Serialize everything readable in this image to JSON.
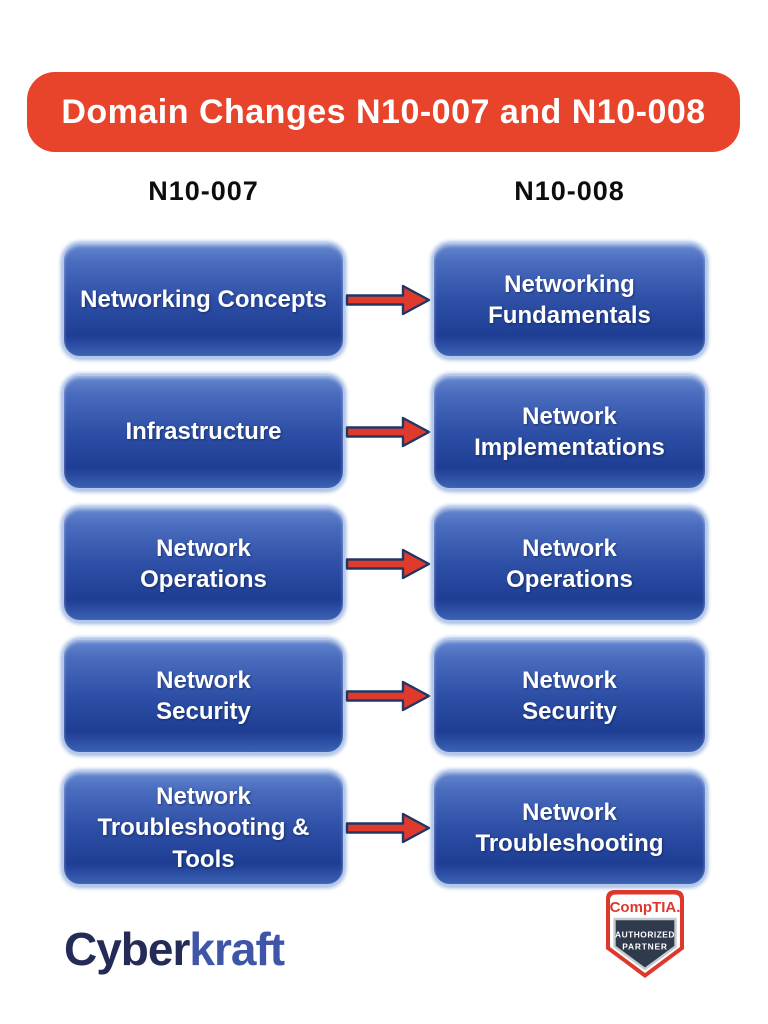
{
  "banner": {
    "title": "Domain Changes N10-007 and N10-008"
  },
  "columns": {
    "left_header": "N10-007",
    "right_header": "N10-008"
  },
  "rows": [
    {
      "from": "Networking Concepts",
      "to": "Networking\nFundamentals"
    },
    {
      "from": "Infrastructure",
      "to": "Network\nImplementations"
    },
    {
      "from": "Network\nOperations",
      "to": "Network\nOperations"
    },
    {
      "from": "Network\nSecurity",
      "to": "Network\nSecurity"
    },
    {
      "from": "Network\nTroubleshooting &\nTools",
      "to": "Network\nTroubleshooting"
    }
  ],
  "footer": {
    "logo": {
      "part1": "Cyber",
      "part2": "kraft"
    },
    "badge": {
      "brand": "CompTIA.",
      "line1": "AUTHORIZED",
      "line2": "PARTNER"
    }
  },
  "colors": {
    "banner_red": "#E8432B",
    "arrow_red": "#E03A2C",
    "arrow_outline_navy": "#1F3766",
    "box_blue_top": "#6487cf",
    "box_blue_bottom": "#1e3e94",
    "box_border": "#b5c8ea",
    "header_black": "#0d0d0d",
    "logo_dark_navy": "#252B57",
    "logo_blue": "#3E55A8",
    "badge_red": "#DC392C",
    "badge_navy": "#2F3B4D"
  }
}
